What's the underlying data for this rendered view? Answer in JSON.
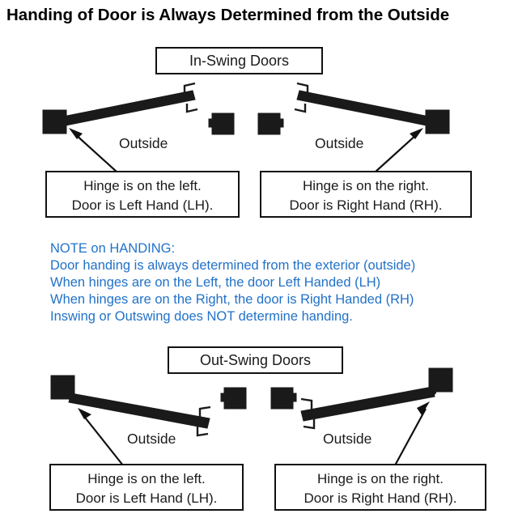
{
  "page": {
    "title": "Handing of Door is Always Determined from the Outside",
    "background_color": "#ffffff",
    "ink_color": "#1a1a1a",
    "note_color": "#2272c8"
  },
  "sections": {
    "inswing": {
      "heading": "In-Swing Doors",
      "left": {
        "outside_label": "Outside",
        "callout_line1": "Hinge is on the left.",
        "callout_line2": "Door is Left Hand (LH)."
      },
      "right": {
        "outside_label": "Outside",
        "callout_line1": "Hinge is on the right.",
        "callout_line2": "Door is Right Hand (RH)."
      }
    },
    "outswing": {
      "heading": "Out-Swing Doors",
      "left": {
        "outside_label": "Outside",
        "callout_line1": "Hinge is on the left.",
        "callout_line2": "Door is Left Hand (LH)."
      },
      "right": {
        "outside_label": "Outside",
        "callout_line1": "Hinge is on the right.",
        "callout_line2": "Door is Right Hand (RH)."
      }
    }
  },
  "note": {
    "heading": "NOTE on HANDING:",
    "lines": [
      "Door handing is always determined from the exterior (outside)",
      "When hinges are on the Left, the door Left Handed (LH)",
      "When hinges are on the Right, the door is Right Handed (RH)",
      "Inswing or Outswing does NOT determine handing."
    ]
  }
}
